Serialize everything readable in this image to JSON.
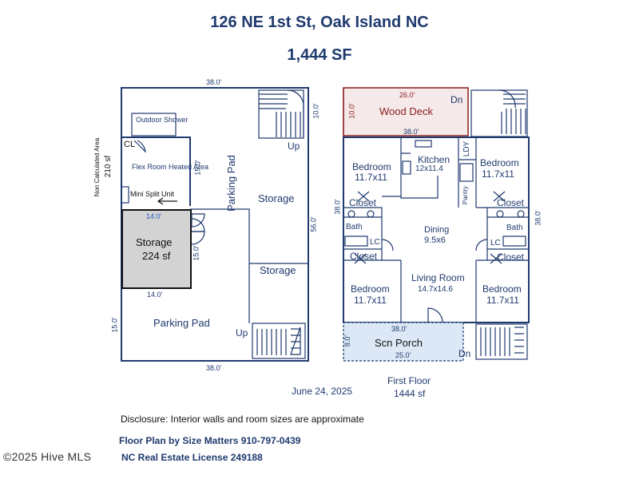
{
  "header": {
    "title": "126 NE 1st St, Oak Island NC",
    "area": "1,444 SF"
  },
  "ground": {
    "top_dim": "38.0'",
    "bottom_dim": "38.0'",
    "right_dim": "56.0'",
    "left_dim": "15.0'",
    "stair_dim": "10.0'",
    "non_calc": "Non Calculated Area",
    "non_calc_sf": "210 sf",
    "outdoor_shower": "Outdoor Shower",
    "cl": "CL",
    "flex_room": "Flex Room Heated Area",
    "flex_dim": "15.0'",
    "mini_split": "Mini Split Unit",
    "flex_width": "14.0'",
    "storage_main": "Storage",
    "storage_sf": "224 sf",
    "storage_dim_side": "15.0'",
    "storage_dim_bottom": "14.0'",
    "parking_pad_vert": "Parking Pad",
    "parking_pad": "Parking Pad",
    "storage_a": "Storage",
    "storage_b": "Storage",
    "up_top": "Up",
    "up_bottom": "Up"
  },
  "first": {
    "wood_deck": "Wood Deck",
    "deck_width": "26.0'",
    "deck_depth": "10.0'",
    "dn_top": "Dn",
    "width": "38.0'",
    "left_dim": "38.0'",
    "right_dim": "38.0'",
    "kitchen": "Kitchen",
    "kitchen_size": "12x11.4",
    "ldy": "LDY",
    "pantry": "Pantry",
    "bedroom_tl": "Bedroom",
    "bedroom_tl_size": "11.7x11",
    "bedroom_tr": "Bedroom",
    "bedroom_tr_size": "11.7x11",
    "bedroom_bl": "Bedroom",
    "bedroom_bl_size": "11.7x11",
    "bedroom_br": "Bedroom",
    "bedroom_br_size": "11.7x11",
    "closet_tl": "Closet",
    "closet_tr": "Closet",
    "closet_bl": "Closet",
    "closet_br": "Closet",
    "bath_l": "Bath",
    "bath_r": "Bath",
    "lc_l": "LC",
    "lc_r": "LC",
    "dining": "Dining",
    "dining_size": "9.5x6",
    "living": "Living Room",
    "living_size": "14.7x14.6",
    "porch_width": "38.0'",
    "porch": "Scn Porch",
    "porch_inner": "25.0'",
    "porch_depth": "8.0'",
    "dn_bottom": "Dn",
    "floor_name": "First Floor",
    "floor_sf": "1444 sf"
  },
  "footer": {
    "date": "June 24, 2025",
    "disclosure": "Disclosure: Interior walls and room sizes are approximate",
    "company": "Floor Plan by Size Matters 910-797-0439",
    "license": "NC Real Estate License 249188",
    "watermark": "©2025 Hive MLS"
  }
}
